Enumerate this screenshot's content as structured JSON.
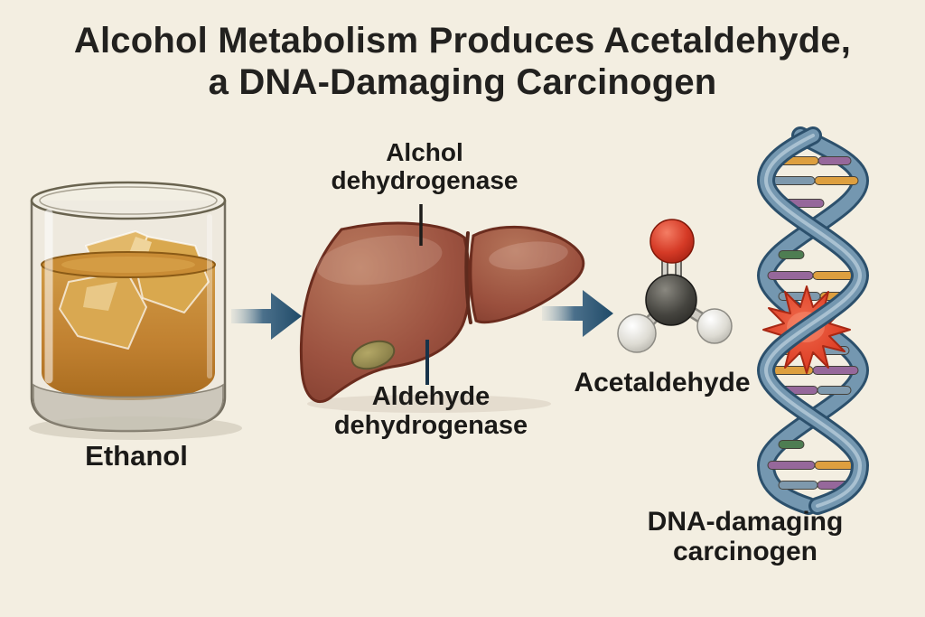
{
  "title": {
    "line1": "Alcohol Metabolism Produces Acetaldehyde,",
    "line2": "a DNA-Damaging Carcinogen"
  },
  "stages": {
    "ethanol_label": "Ethanol",
    "enzyme_top": {
      "line1": "Alchol",
      "line2": "dehydrogenase"
    },
    "enzyme_bottom": {
      "line1": "Aldehyde",
      "line2": "dehydrogenase"
    },
    "acetaldehyde_label": "Acetaldehyde",
    "dna": {
      "line1": "DNA-damaging",
      "line2": "carcinogen"
    }
  },
  "icons": {
    "whiskey-glass-icon": "rocks glass of whiskey with ice cubes",
    "flow-arrow-icon": "right-pointing steel-blue gradient arrow",
    "liver-icon": "human liver with gallbladder",
    "acetaldehyde-molecule-icon": "ball-and-stick molecule: red O double-bonded to dark C with two H",
    "dna-helix-icon": "blue DNA double helix with colored base pairs",
    "damage-burst-icon": "red star burst marking DNA damage"
  },
  "colors": {
    "background": "#f3eee1",
    "title_text": "#22211f",
    "label_text": "#1b1a18",
    "arrow": "#1f4a68",
    "whiskey": "#c78a33",
    "glass_outline": "#746e60",
    "liver": "#9c5240",
    "gallbladder": "#8f844e",
    "oxygen_atom": "#cc2d1e",
    "carbon_atom": "#3c3b38",
    "hydrogen_atom": "#dddbd3",
    "dna_ribbon": "#7497b0",
    "dna_rung_orange": "#dd9f3f",
    "dna_rung_purple": "#96689b",
    "dna_rung_slate": "#7e99ad",
    "dna_rung_green": "#4e7d52",
    "damage_burst": "#e04529"
  }
}
